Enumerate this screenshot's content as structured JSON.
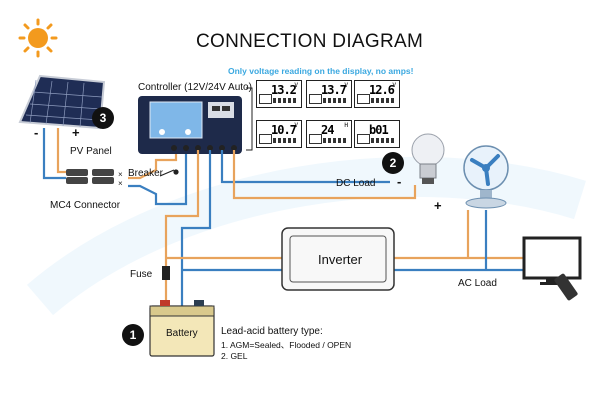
{
  "title": "CONNECTION DIAGRAM",
  "subtitle": "Only voltage reading on the display, no amps!",
  "controller_label": "Controller (12V/24V Auto)",
  "pv_panel": {
    "badge": "3",
    "label": "PV Panel",
    "minus": "-",
    "plus": "+"
  },
  "connector_label": "MC4 Connector",
  "breaker_label": "Breaker",
  "dc_load": {
    "badge": "2",
    "label": "DC Load",
    "minus": "-",
    "plus": "+"
  },
  "inverter_label": "Inverter",
  "ac_load_label": "AC Load",
  "fuse_label": "Fuse",
  "battery": {
    "badge": "1",
    "label": "Battery"
  },
  "battery_notes": {
    "heading": "Lead-acid battery type:",
    "line1": "1. AGM=Sealed、Flooded / OPEN",
    "line2": "2. GEL"
  },
  "displays": [
    {
      "value": "13.2",
      "unit": "V"
    },
    {
      "value": "13.7",
      "unit": "V"
    },
    {
      "value": "12.6",
      "unit": "V"
    },
    {
      "value": "10.7",
      "unit": "V"
    },
    {
      "value": "24",
      "unit": "H"
    },
    {
      "value": "b01",
      "unit": ""
    }
  ],
  "colors": {
    "positive_wire": "#e8a35c",
    "negative_wire": "#3a7fc0",
    "accent": "#3aa8e0"
  },
  "icons": [
    "sun-icon",
    "solar-panel-icon",
    "light-bulb-icon",
    "fan-icon",
    "tv-monitor-icon",
    "remote-control-icon"
  ]
}
